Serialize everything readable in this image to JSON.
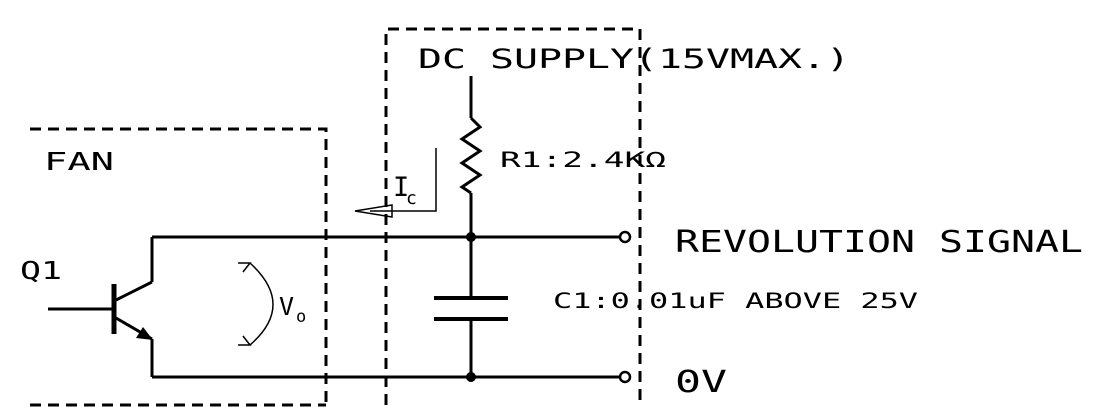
{
  "labels": {
    "dc_supply": "DC SUPPLY(15VMAX.)",
    "fan": "FAN",
    "r1": "R1:2.4KΩ",
    "ic_main": "I",
    "ic_sub": "c",
    "revolution_signal": "REVOLUTION SIGNAL",
    "q1": "Q1",
    "vo_main": "V",
    "vo_sub": "o",
    "c1": "C1:0.01uF ABOVE 25V",
    "zero_v": "0V"
  },
  "colors": {
    "ink": "#000000",
    "background": "#ffffff"
  }
}
